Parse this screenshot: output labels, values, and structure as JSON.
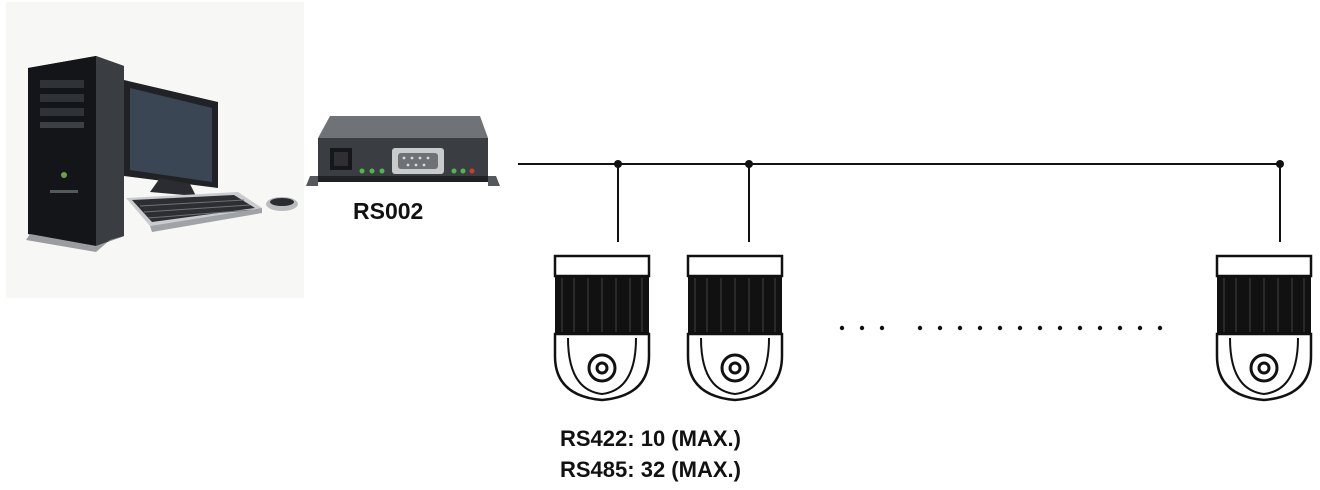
{
  "converter": {
    "label": "RS002"
  },
  "limits": {
    "rs422": "RS422: 10 (MAX.)",
    "rs485": "RS485: 32 (MAX.)"
  },
  "cameras": {
    "count_shown": 3
  },
  "colors": {
    "line": "#111111",
    "camera_fill": "#ffffff",
    "camera_band": "#111111"
  }
}
